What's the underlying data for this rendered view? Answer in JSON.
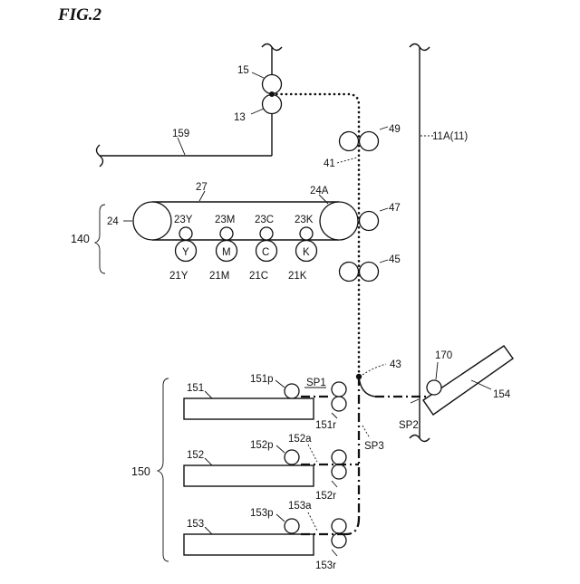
{
  "figure": {
    "title": "FIG.2",
    "labels": {
      "l15": "15",
      "l13": "13",
      "l159": "159",
      "l49": "49",
      "l41": "41",
      "l11a": "11A(11)",
      "l27": "27",
      "l24a": "24A",
      "l24": "24",
      "l47": "47",
      "l23y": "23Y",
      "l23m": "23M",
      "l23c": "23C",
      "l23k": "23K",
      "lY": "Y",
      "lM": "M",
      "lC": "C",
      "lK": "K",
      "l21y": "21Y",
      "l21m": "21M",
      "l21c": "21C",
      "l21k": "21K",
      "l140": "140",
      "l45": "45",
      "l170": "170",
      "l43": "43",
      "l154": "154",
      "l151": "151",
      "l151p": "151p",
      "lsp1": "SP1",
      "l151r": "151r",
      "lsp2": "SP2",
      "l152": "152",
      "l152p": "152p",
      "l152a": "152a",
      "lsp3": "SP3",
      "l150": "150",
      "l152r": "152r",
      "l153": "153",
      "l153p": "153p",
      "l153a": "153a",
      "l153r": "153r"
    }
  }
}
